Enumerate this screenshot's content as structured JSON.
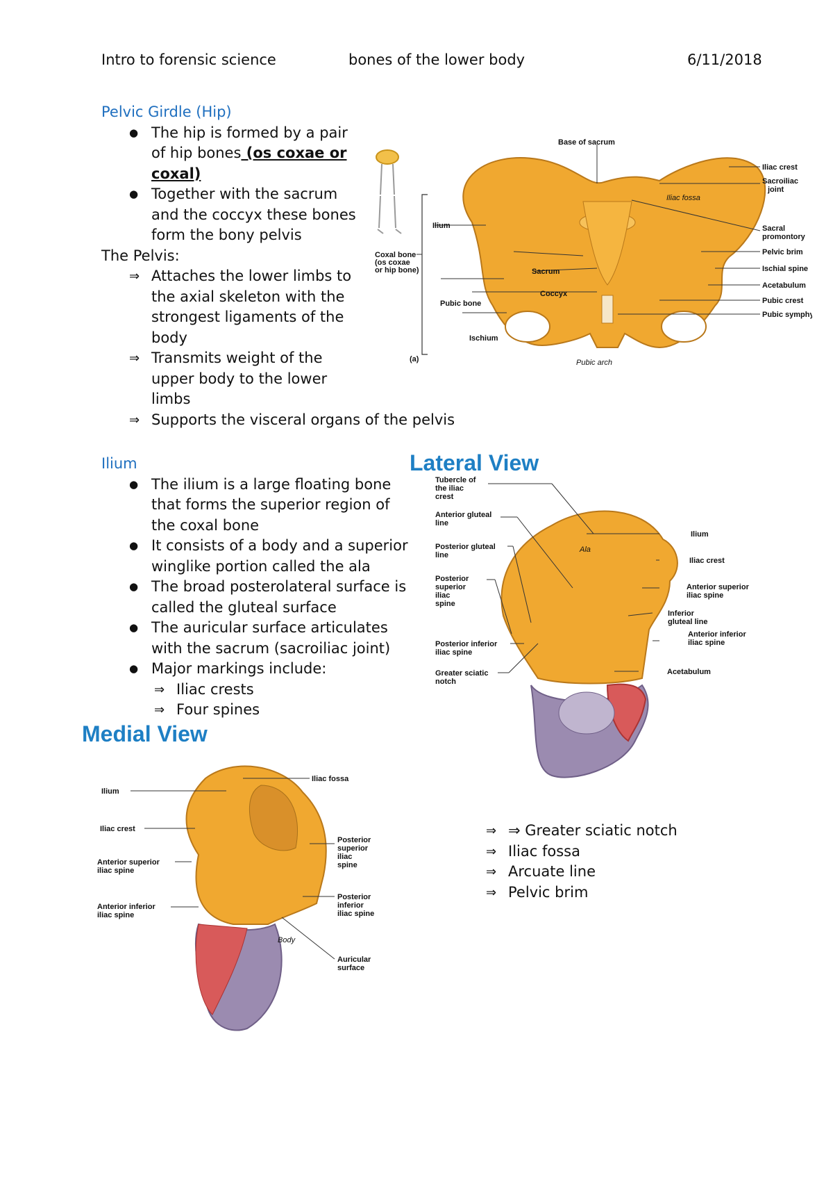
{
  "header": {
    "left": "Intro to forensic science",
    "center": "bones of the lower body",
    "right": "6/11/2018"
  },
  "pelvic": {
    "heading": "Pelvic Girdle (Hip)",
    "b1_a": "The hip is formed by a pair",
    "b1_b": "of hip bones",
    "b1_u1": " (os coxae or",
    "b1_u2": "coxal)",
    "b2_a": "Together with the sacrum",
    "b2_b": "and the coccyx these bones",
    "b2_c": "form the bony pelvis",
    "pelvis_label": "The Pelvis:",
    "a1_a": "Attaches the lower limbs to",
    "a1_b": "the axial skeleton with the",
    "a1_c": "strongest ligaments of the",
    "a1_d": "body",
    "a2_a": "Transmits weight of the",
    "a2_b": "upper body to the lower",
    "a2_c": "limbs",
    "a3": "Supports the visceral organs of the pelvis"
  },
  "ilium": {
    "heading": "Ilium",
    "l1a": "The ilium is a large floating bone",
    "l1b": "that forms the superior region of",
    "l1c": "the coxal bone",
    "l2a": "It consists of a body and a superior",
    "l2b": "winglike portion called the ala",
    "l3a": "The broad posterolateral surface is",
    "l3b": "called the gluteal surface",
    "l4a": "The auricular surface articulates",
    "l4b": "with the sacrum (sacroiliac joint)",
    "l5": "Major markings include:",
    "s1": "Iliac crests",
    "s2": "Four spines"
  },
  "markings_more": {
    "m1": "⇒        Greater sciatic notch",
    "m2": "Iliac fossa",
    "m3": "Arcuate line",
    "m4": "Pelvic brim"
  },
  "fig_pelvis": {
    "base_of_sacrum": "Base of sacrum",
    "iliac_crest": "Iliac crest",
    "sacroiliac_joint_1": "Sacroiliac",
    "sacroiliac_joint_2": "joint",
    "iliac_fossa": "Iliac fossa",
    "sacral_promontory_1": "Sacral",
    "sacral_promontory_2": "promontory",
    "pelvic_brim": "Pelvic brim",
    "ischial_spine": "Ischial spine",
    "acetabulum": "Acetabulum",
    "pubic_crest": "Pubic crest",
    "pubic_symphysis": "Pubic symphysis",
    "ilium": "Ilium",
    "coxal_bone_1": "Coxal bone",
    "coxal_bone_2": "(os coxae",
    "coxal_bone_3": "or hip bone)",
    "sacrum": "Sacrum",
    "coccyx": "Coccyx",
    "pubic_bone": "Pubic bone",
    "ischium": "Ischium",
    "panel": "(a)",
    "pubic_arch": "Pubic arch"
  },
  "fig_lateral": {
    "title": "Lateral View",
    "tubercle_1": "Tubercle of",
    "tubercle_2": "the iliac",
    "tubercle_3": "crest",
    "ant_gluteal_1": "Anterior gluteal",
    "ant_gluteal_2": "line",
    "post_gluteal_1": "Posterior gluteal",
    "post_gluteal_2": "line",
    "psis_1": "Posterior",
    "psis_2": "superior",
    "psis_3": "iliac",
    "psis_4": "spine",
    "piis_1": "Posterior inferior",
    "piis_2": "iliac spine",
    "gsn_1": "Greater sciatic",
    "gsn_2": "notch",
    "ilium": "Ilium",
    "ala": "Ala",
    "iliac_crest": "Iliac crest",
    "asis_1": "Anterior superior",
    "asis_2": "iliac spine",
    "igl_1": "Inferior",
    "igl_2": "gluteal line",
    "aiis_1": "Anterior inferior",
    "aiis_2": "iliac spine",
    "acetabulum": "Acetabulum"
  },
  "fig_medial": {
    "title": "Medial View",
    "iliac_fossa": "Iliac fossa",
    "ilium": "Ilium",
    "iliac_crest": "Iliac crest",
    "asis_1": "Anterior superior",
    "asis_2": "iliac spine",
    "aiis_1": "Anterior inferior",
    "aiis_2": "iliac spine",
    "psis_1": "Posterior",
    "psis_2": "superior",
    "psis_3": "iliac",
    "psis_4": "spine",
    "piis_1": "Posterior",
    "piis_2": "inferior",
    "piis_3": "iliac spine",
    "body": "Body",
    "auricular_1": "Auricular",
    "auricular_2": "surface"
  },
  "colors": {
    "heading_blue": "#1f6fbf",
    "view_title_blue": "#1e7fc4",
    "bone": "#f0a830",
    "bone_dark": "#c9821a",
    "ischium_purple": "#9b8bb0",
    "pubis_red": "#d85a5a"
  }
}
